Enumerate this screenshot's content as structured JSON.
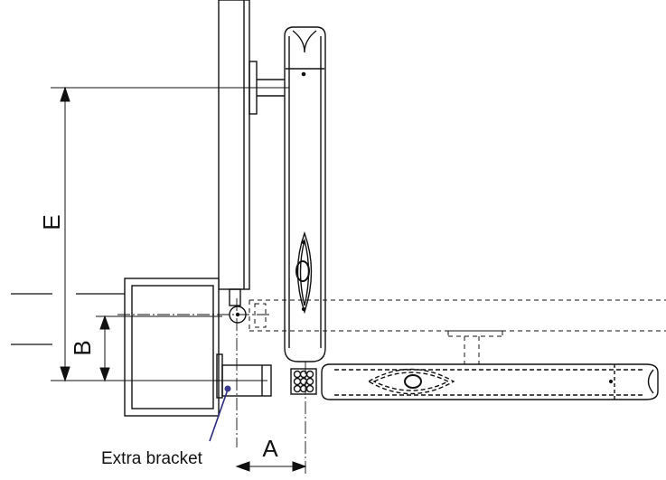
{
  "labels": {
    "dim_e": "E",
    "dim_b": "B",
    "dim_a": "A",
    "callout": "Extra bracket"
  },
  "colors": {
    "line": "#111111",
    "callout_line": "#2a2a7a",
    "callout_dot": "#3a3a8c",
    "panel_fill": "#ffffff"
  }
}
